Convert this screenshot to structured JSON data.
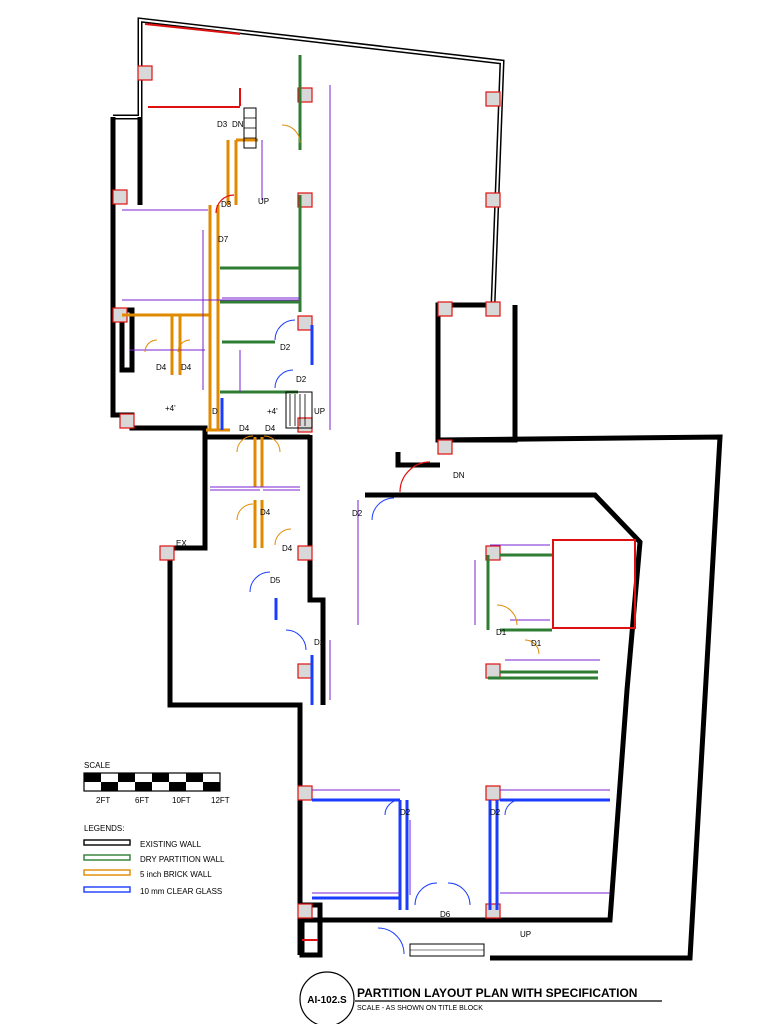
{
  "title_block": {
    "sheet_number": "AI-102.S",
    "title": "PARTITION LAYOUT PLAN WITH SPECIFICATION",
    "subtitle": "SCALE - AS SHOWN ON TITLE BLOCK"
  },
  "scale_bar": {
    "label": "SCALE",
    "ticks": [
      "2FT",
      "6FT",
      "10FT",
      "12FT"
    ]
  },
  "legend": {
    "heading": "LEGENDS:",
    "items": [
      {
        "label": "EXISTING WALL",
        "color": "#000000"
      },
      {
        "label": "DRY PARTITION WALL",
        "color": "#2e7d32"
      },
      {
        "label": "5 inch BRICK WALL",
        "color": "#e08a00"
      },
      {
        "label": "10 mm CLEAR GLASS",
        "color": "#1a3cff"
      }
    ]
  },
  "tags": {
    "d3_dn": "D3",
    "dn1": "DN",
    "d3_up": "D3",
    "up1": "UP",
    "d7": "D7",
    "d2a": "D2",
    "d2b": "D2",
    "d4a": "D4",
    "d4b": "D4",
    "lvl1": "+4'",
    "dx": "D",
    "lvl2": "+4'",
    "up2": "UP",
    "d4c": "D4",
    "d4d": "D4",
    "d4e": "D4",
    "d4f": "D4",
    "ex": "EX",
    "d5": "D5",
    "d2c": "D2",
    "dn2": "DN",
    "d2d": "D2",
    "d1a": "D1",
    "d1b": "D1",
    "d2e": "D2",
    "d2f": "D2",
    "d6": "D6",
    "up3": "UP"
  },
  "colors": {
    "existing_wall": "#000000",
    "dry_partition": "#2e7d32",
    "brick_wall": "#e08a00",
    "clear_glass": "#1a3cff",
    "dimension": "#7a1fd0",
    "highlight": "#e01010"
  }
}
